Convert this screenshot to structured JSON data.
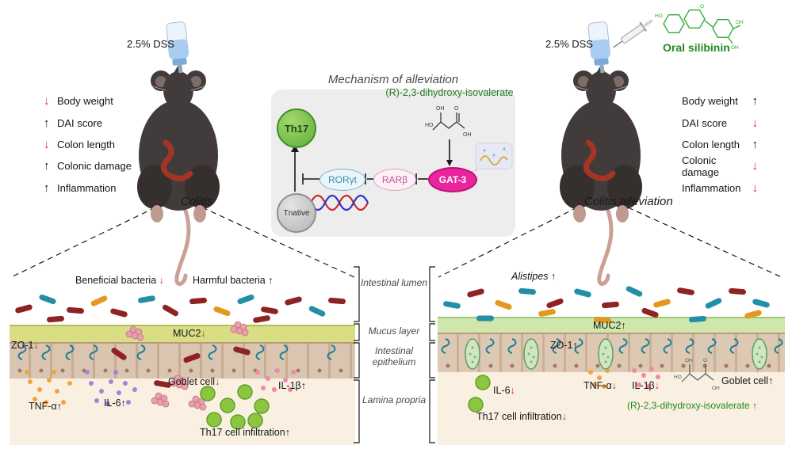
{
  "left": {
    "dose_label": "2.5% DSS",
    "condition": "Colitis",
    "indicators": [
      {
        "arrow": "↓",
        "label": "Body weight"
      },
      {
        "arrow": "↑",
        "label": "DAI score"
      },
      {
        "arrow": "↓",
        "label": "Colon length"
      },
      {
        "arrow": "↑",
        "label": "Colonic damage"
      },
      {
        "arrow": "↑",
        "label": "Inflammation"
      }
    ],
    "panel": {
      "beneficial": "Beneficial bacteria",
      "beneficial_arrow": "↓",
      "harmful": "Harmful bacteria",
      "harmful_arrow": "↑",
      "muc2": "MUC2",
      "muc2_arrow": "↓",
      "zo1": "ZO-1",
      "zo1_arrow": "↓",
      "goblet": "Goblet cell",
      "goblet_arrow": "↓",
      "tnf": "TNF-α",
      "tnf_arrow": "↑",
      "il6": "IL-6",
      "il6_arrow": "↑",
      "il1b": "IL-1β",
      "il1b_arrow": "↑",
      "th17": "Th17 cell infiltration",
      "th17_arrow": "↑"
    }
  },
  "mechanism": {
    "title": "Mechanism of alleviation",
    "metabolite": "(R)-2,3-dihydroxy-isovalerate",
    "nodes": {
      "th17": "Th17",
      "tnaive": "Tnative",
      "rorgt": "RORγt",
      "rarb": "RARβ",
      "gat3": "GAT-3"
    }
  },
  "layers": {
    "lumen": "Intestinal lumen",
    "mucus": "Mucus layer",
    "epithelium": "Intestinal epithelium",
    "lamina": "Lamina propria"
  },
  "right": {
    "dose_label": "2.5% DSS",
    "treatment": "Oral silibinin",
    "condition": "Colitis alleviation",
    "indicators": [
      {
        "label": "Body weight",
        "arrow": "↑"
      },
      {
        "label": "DAI score",
        "arrow": "↓"
      },
      {
        "label": "Colon length",
        "arrow": "↑"
      },
      {
        "label": "Colonic damage",
        "arrow": "↓"
      },
      {
        "label": "Inflammation",
        "arrow": "↓"
      }
    ],
    "panel": {
      "alistipes": "Alistipes",
      "alistipes_arrow": "↑",
      "muc2": "MUC2",
      "muc2_arrow": "↑",
      "zo1": "ZO-1",
      "zo1_arrow": "↑",
      "il6": "IL-6",
      "il6_arrow": "↓",
      "tnf": "TNF-α",
      "tnf_arrow": "↓",
      "il1b": "IL-1β",
      "il1b_arrow": "↓",
      "goblet": "Goblet cell",
      "goblet_arrow": "↑",
      "metabolite": "(R)-2,3-dihydroxy-isovalerate",
      "metabolite_arrow": "↑",
      "th17": "Th17 cell infiltration",
      "th17_arrow": "↓"
    }
  },
  "chem": {
    "ho": "HO",
    "oh": "OH",
    "o": "O"
  },
  "colors": {
    "negative_red": "#d42a2a",
    "neutral_black": "#151515",
    "green_text": "#1f8a1f",
    "dark_green_arrow": "#1e7d32",
    "mechanism_box": "#ededed",
    "gat3_fill": "#e8259d",
    "rorgt_text": "#3b93ad",
    "rarb_text": "#c2589a",
    "th17_cell": "#8cc63f",
    "mucus_left": "#d9de85",
    "mucus_right": "#d0e7ac",
    "lamina": "#faf0e2",
    "bacteria_red": "#8e2323",
    "bacteria_teal": "#238fa6",
    "bacteria_orange": "#e3991f"
  }
}
